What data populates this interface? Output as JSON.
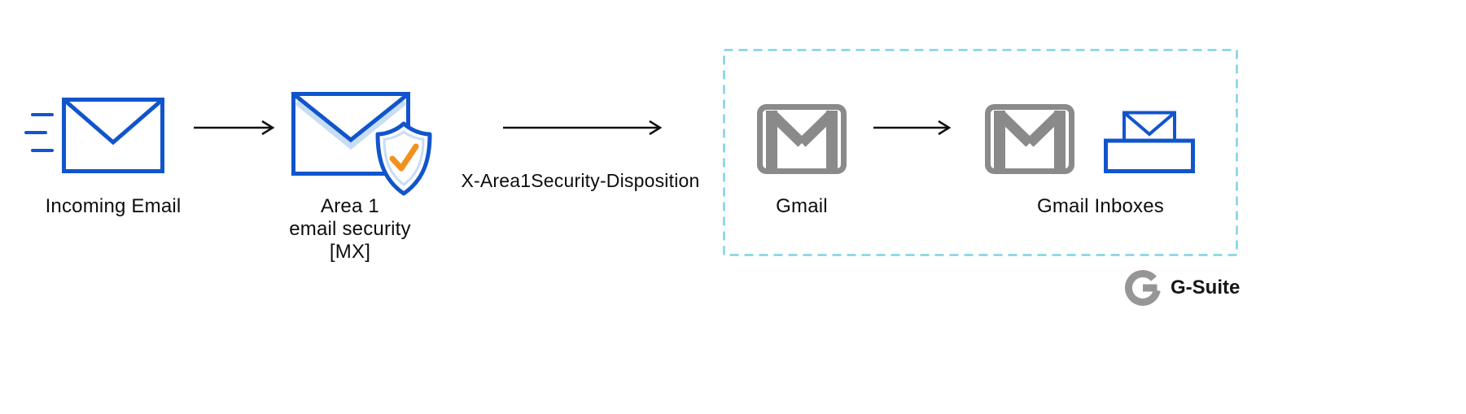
{
  "nodes": {
    "incoming_email": {
      "label": "Incoming Email"
    },
    "area1": {
      "label": [
        "Area 1",
        "email security",
        "[MX]"
      ]
    },
    "gmail": {
      "label": "Gmail"
    },
    "gmail_inboxes": {
      "label": "Gmail Inboxes"
    }
  },
  "edge_label": "X-Area1Security-Disposition",
  "brand": {
    "label": "G-Suite"
  },
  "icons": {
    "incoming": "envelope-with-speed-lines-icon",
    "area1": "envelope-with-shield-check-icon",
    "gmail": "gmail-m-envelope-icon",
    "inbox": "envelope-in-tray-icon",
    "brand": "google-g-logo-icon",
    "arrows": "right-arrow-icon"
  },
  "colors": {
    "blue": "#1155cc",
    "lightblue": "#c7ddf4",
    "gray": "#8a8a8a",
    "orange": "#f2911d",
    "dash": "#7ed3e2",
    "arrow": "#111111",
    "glogo": "#969696"
  }
}
